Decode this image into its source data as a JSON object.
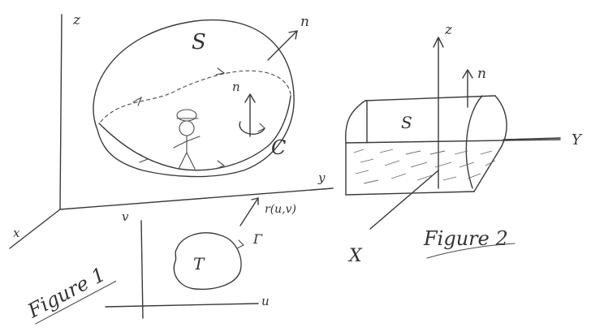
{
  "figure1": {
    "caption": "Figure 1",
    "axis_z": "z",
    "axis_x": "x",
    "axis_y": "y",
    "surface": "S",
    "normal_top": "n",
    "normal_inner": "n",
    "curve": "C",
    "map": "r(u,v)",
    "domain": "T",
    "boundary": "Γ",
    "axis_u": "u",
    "axis_v": "v"
  },
  "figure2": {
    "caption": "Figure 2",
    "axis_z": "z",
    "axis_x": "X",
    "axis_y": "Y",
    "surface": "S",
    "normal": "n"
  },
  "colors": {
    "paper": "#ffffff",
    "ink": "#3a3a3a"
  }
}
